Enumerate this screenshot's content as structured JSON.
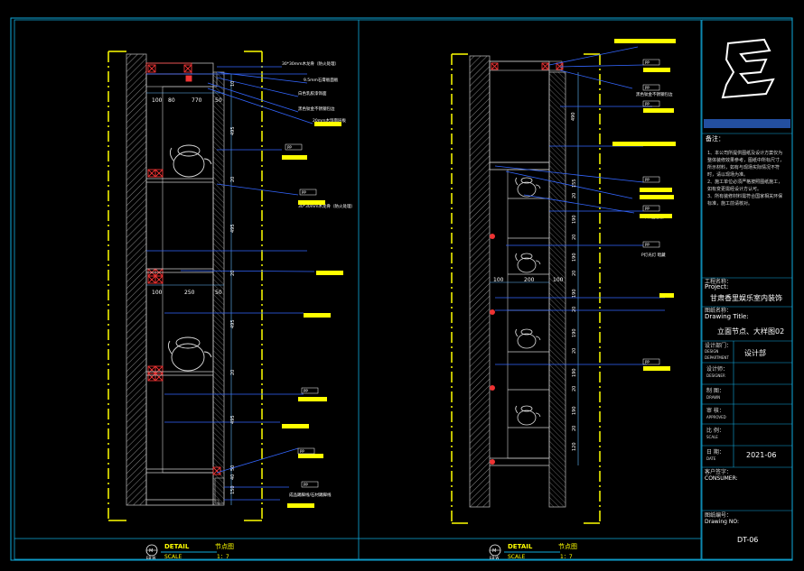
{
  "drawing": {
    "left_detail": {
      "label": "DETAIL",
      "label_cn": "节点图",
      "scale_label": "SCALE",
      "scale": "1：7",
      "num": "M",
      "sheet_ref": "EB-W"
    },
    "right_detail": {
      "label": "DETAIL",
      "label_cn": "节点图",
      "scale_label": "SCALE",
      "scale": "1：7",
      "num": "M",
      "sheet_ref": "EB-W"
    },
    "left_dims_top": [
      "100",
      "80",
      "770",
      "50"
    ],
    "left_dims_mid": [
      "100",
      "250",
      "50"
    ],
    "left_dims_vertical": [
      "10",
      "495",
      "20",
      "495",
      "20",
      "495",
      "20",
      "495",
      "50",
      "40",
      "150"
    ],
    "right_dims_top": [
      "490"
    ],
    "right_dims_mid": [
      "100",
      "200",
      "100"
    ],
    "right_dims_vertical": [
      "155",
      "20",
      "190",
      "20",
      "190",
      "20",
      "190",
      "20",
      "190",
      "20",
      "190",
      "20",
      "190",
      "20",
      "120"
    ],
    "left_annotations": [
      "30*30mm木龙骨（防火处理）",
      "9.5mm石膏板面板",
      "白色乳胶漆饰面",
      "黑色钛金不锈钢包边",
      "20mm木饰面层板",
      "30*30mm木龙骨（防火处理）",
      "成品踢脚线/石材踢脚线"
    ],
    "right_annotations": [
      "黑色钛金不锈钢包边",
      "木饰面层板",
      "P灯光灯 暗藏"
    ],
    "tag_text": "PP"
  },
  "title_block": {
    "notes_title": "备注：",
    "notes": [
      "1、本公司所提供图纸及设计方案仅为整体装修效果参考，图纸中所标尺寸，所示材料，如有与现场实际情况不符时，请以现场为准。",
      "2、施工单位必须严格按照图纸施工，如有变更需经设计方认可。",
      "3、所有装修材料需符合国家相关环保标准，施工前请核对。"
    ],
    "project_label": "工程名称：",
    "project_label_en": "Project:",
    "project_name": "甘肃香里娱乐室内装饰",
    "title_label": "图纸名称：",
    "title_label_en": "Drawing Title:",
    "drawing_title": "立面节点、大样图02",
    "dept_label": "设计部门：",
    "dept_label_en": "DESIGN DEPARTMENT",
    "dept_value": "设计部",
    "designer_label": "设计师：",
    "designer_label_en": "DESIGNER",
    "drawn_label": "制 图：",
    "drawn_label_en": "DRAWN",
    "approved_label": "审 核：",
    "approved_label_en": "APPROVED",
    "scale_label": "比 例：",
    "scale_label_en": "SCALE",
    "date_label": "日 期：",
    "date_label_en": "DATE",
    "date_value": "2021-06",
    "consumer_label": "客户签字：",
    "consumer_label_en": "CONSUMER:",
    "drawing_no_label": "图纸编号：",
    "drawing_no_label_en": "Drawing NO:",
    "drawing_no": "DT-06"
  }
}
